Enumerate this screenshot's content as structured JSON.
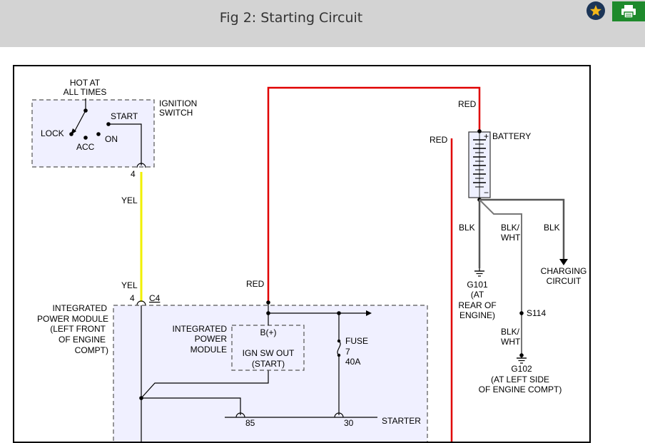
{
  "header": {
    "title": "Fig 2: Starting Circuit",
    "favorite_icon": "star-icon",
    "print_icon": "printer-icon",
    "colors": {
      "bar": "#d3d3d3",
      "favorite": "#1c3557",
      "star": "#f2b619",
      "print": "#1e8a2c"
    }
  },
  "diagram": {
    "wire_colors": {
      "red": "#e00000",
      "yellow": "#f0f000",
      "black": "#333333",
      "gray": "#666666"
    },
    "ignition_switch": {
      "hot_at": "HOT AT",
      "all_times": "ALL TIMES",
      "title_line1": "IGNITION",
      "title_line2": "SWITCH",
      "lock": "LOCK",
      "acc": "ACC",
      "on": "ON",
      "start": "START",
      "pin": "4"
    },
    "wires": {
      "yel_upper": "YEL",
      "yel_lower": "YEL",
      "red_top": "RED",
      "red_battery": "RED",
      "red_ipm": "RED",
      "blk_left": "BLK",
      "blk_wht_1": "BLK/",
      "blk_wht_2": "WHT",
      "blk_right": "BLK",
      "blk_wht_lower_1": "BLK/",
      "blk_wht_lower_2": "WHT"
    },
    "battery": {
      "label": "BATTERY",
      "plus": "+",
      "minus": "−"
    },
    "charging": {
      "line1": "CHARGING",
      "line2": "CIRCUIT"
    },
    "g101": {
      "name": "G101",
      "line1": "(AT",
      "line2": "REAR OF",
      "line3": "ENGINE)"
    },
    "s114": "S114",
    "g102": {
      "name": "G102",
      "line1": "(AT LEFT SIDE",
      "line2": "OF ENGINE COMPT)"
    },
    "connector": {
      "pin": "4",
      "name": "C4"
    },
    "ipm_outer": {
      "line1": "INTEGRATED",
      "line2": "POWER MODULE",
      "line3": "(LEFT FRONT",
      "line4": "OF ENGINE",
      "line5": "COMPT)"
    },
    "ipm_inner": {
      "line1": "INTEGRATED",
      "line2": "POWER",
      "line3": "MODULE",
      "b_plus": "B(+)",
      "ign_sw_out": "IGN SW OUT",
      "start": "(START)"
    },
    "fuse": {
      "label": "FUSE",
      "number": "7",
      "rating": "40A"
    },
    "relay": {
      "pin85": "85",
      "pin30": "30",
      "label": "STARTER"
    }
  }
}
